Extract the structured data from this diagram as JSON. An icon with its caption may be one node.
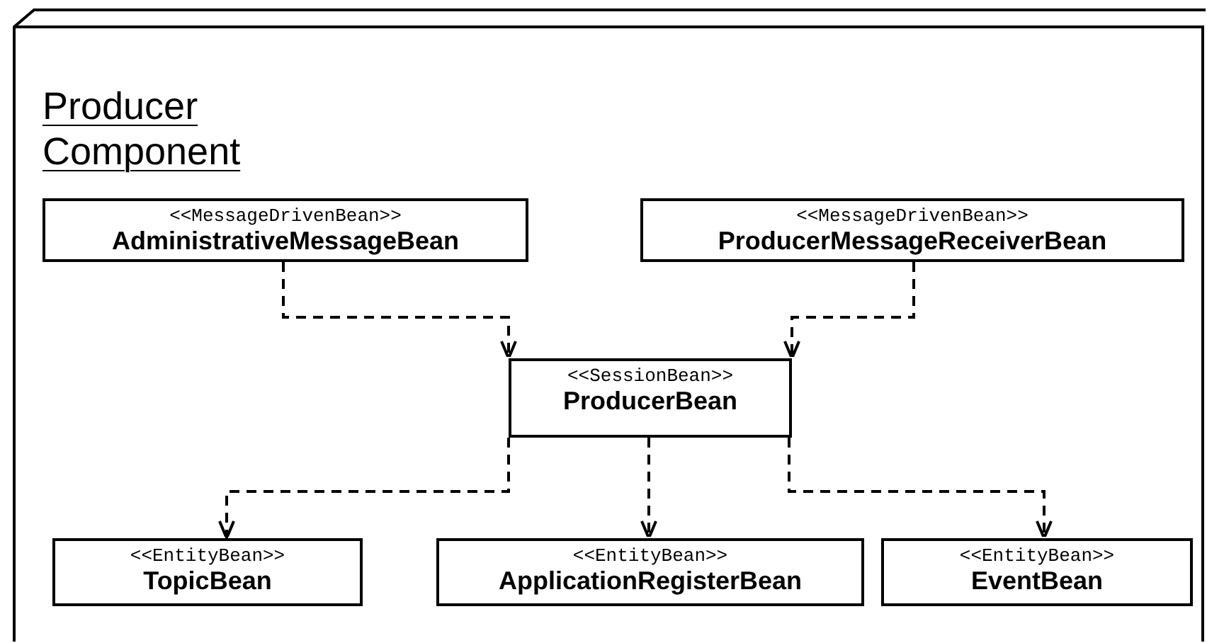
{
  "diagram": {
    "nodes": [
      {
        "text": [
          "Producer Component"
        ]
      },
      {
        "text": [
          "<<MessageDrivenBean>>",
          "AdministrativeMessageBean"
        ],
        "in": 0
      },
      {
        "text": [
          "<<MessageDrivenBean>>",
          "ProducerMessageReceiverBean"
        ],
        "in": 0
      },
      {
        "text": [
          "<<SessionBean>>",
          "ProducerBean"
        ],
        "in": 0
      },
      {
        "text": [
          "<<EntityBean>>",
          "TopicBean"
        ],
        "in": 0
      },
      {
        "text": [
          "<<EntityBean>>",
          "ApplicationRegisterBean"
        ],
        "in": 0
      },
      {
        "text": [
          "<<EntityBean>>",
          "EventBean"
        ],
        "in": 0
      }
    ],
    "edges": [
      {
        "from": 1,
        "to": 3,
        "arrow": "to",
        "style": "dashed"
      },
      {
        "from": 2,
        "to": 3,
        "arrow": "to",
        "style": "dashed"
      },
      {
        "from": 3,
        "to": 4,
        "arrow": "to",
        "style": "dashed"
      },
      {
        "from": 3,
        "to": 5,
        "arrow": "to",
        "style": "dashed"
      },
      {
        "from": 3,
        "to": 6,
        "arrow": "to",
        "style": "dashed"
      }
    ]
  }
}
